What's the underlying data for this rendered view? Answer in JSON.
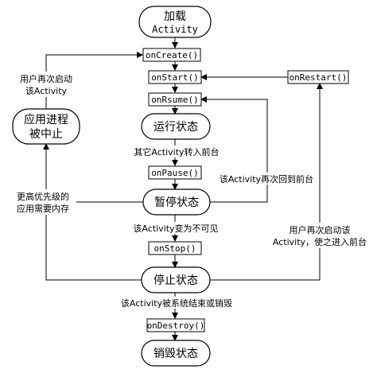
{
  "states": {
    "load_line1": "加载",
    "load_line2": "Activity",
    "running": "运行状态",
    "paused": "暂停状态",
    "stopped": "停止状态",
    "destroyed": "销毁状态",
    "killed_line1": "应用进程",
    "killed_line2": "被中止"
  },
  "methods": {
    "on_create": "onCreate()",
    "on_start": "onStart()",
    "on_resume": "onRsume()",
    "on_pause": "onPause()",
    "on_stop": "onStop()",
    "on_destroy": "onDestroy()",
    "on_restart": "onRestart()"
  },
  "labels": {
    "other_activity_front": "其它Activity转入前台",
    "activity_invisible": "该Activity变为不可见",
    "activity_destroyed": "该Activity被系统结束或销毁",
    "activity_back_front": "该Activity再次回到前台",
    "higher_priority_line1": "更高优先级的",
    "higher_priority_line2": "应用需要内存",
    "user_restart_line1": "用户再次启动",
    "user_restart_line2": "该Activity",
    "user_restart_front_line1": "用户再次启动该",
    "user_restart_front_line2": "Activity，使之进入前台"
  }
}
